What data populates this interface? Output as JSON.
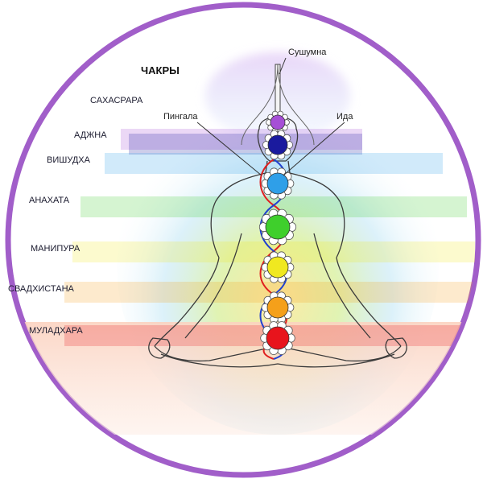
{
  "title": "ЧАКРЫ",
  "nadis": {
    "center": "Сушумна",
    "left": "Пингала",
    "right": "Ида"
  },
  "chakras": [
    {
      "name": "САХАСРАРА",
      "color": "#a64fd6"
    },
    {
      "name": "АДЖНА",
      "color": "#1a1a9e"
    },
    {
      "name": "ВИШУДХА",
      "color": "#2f9fe8"
    },
    {
      "name": "АНАХАТА",
      "color": "#3fcf2c"
    },
    {
      "name": "МАНИПУРА",
      "color": "#f0e820"
    },
    {
      "name": "СВАДХИСТАНА",
      "color": "#f5a01a"
    },
    {
      "name": "МУЛАДХАРА",
      "color": "#e8141c"
    }
  ],
  "colors": {
    "frame": "#a15ec9",
    "figure_outline": "#3a3a3a",
    "pingala": "#e02020",
    "ida": "#2040d0"
  }
}
